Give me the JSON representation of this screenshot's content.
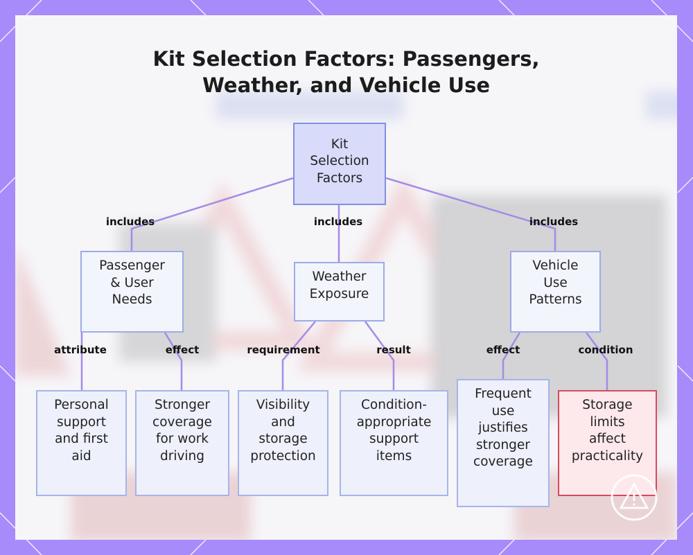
{
  "diagram": {
    "title_line1": "Kit Selection Factors: Passengers,",
    "title_line2": "Weather, and Vehicle Use",
    "root": {
      "l1": "Kit",
      "l2": "Selection",
      "l3": "Factors"
    },
    "passenger": {
      "l1": "Passenger",
      "l2": "& User",
      "l3": "Needs"
    },
    "weather": {
      "l1": "Weather",
      "l2": "Exposure"
    },
    "vehicle": {
      "l1": "Vehicle",
      "l2": "Use",
      "l3": "Patterns"
    },
    "leaf_personal": {
      "l1": "Personal",
      "l2": "support",
      "l3": "and first",
      "l4": "aid"
    },
    "leaf_stronger": {
      "l1": "Stronger",
      "l2": "coverage",
      "l3": "for work",
      "l4": "driving"
    },
    "leaf_visibility": {
      "l1": "Visibility",
      "l2": "and",
      "l3": "storage",
      "l4": "protection"
    },
    "leaf_condition": {
      "l1": "Condition-",
      "l2": "appropriate",
      "l3": "support",
      "l4": "items"
    },
    "leaf_frequent": {
      "l1": "Frequent",
      "l2": "use",
      "l3": "justifies",
      "l4": "stronger",
      "l5": "coverage"
    },
    "leaf_storage": {
      "l1": "Storage",
      "l2": "limits",
      "l3": "affect",
      "l4": "practicality"
    },
    "edge_labels": {
      "includes_left": "includes",
      "includes_mid": "includes",
      "includes_right": "includes",
      "attribute": "attribute",
      "effect_left": "effect",
      "requirement": "requirement",
      "result": "result",
      "effect_right": "effect",
      "condition": "condition"
    },
    "colors": {
      "frame": "#a78bfa",
      "edge": "#a48be6",
      "node_fill": "#eef0fb",
      "root_fill": "#d8dbf9",
      "alert_fill": "#fde8ec",
      "alert_border": "#d64a5a"
    }
  }
}
